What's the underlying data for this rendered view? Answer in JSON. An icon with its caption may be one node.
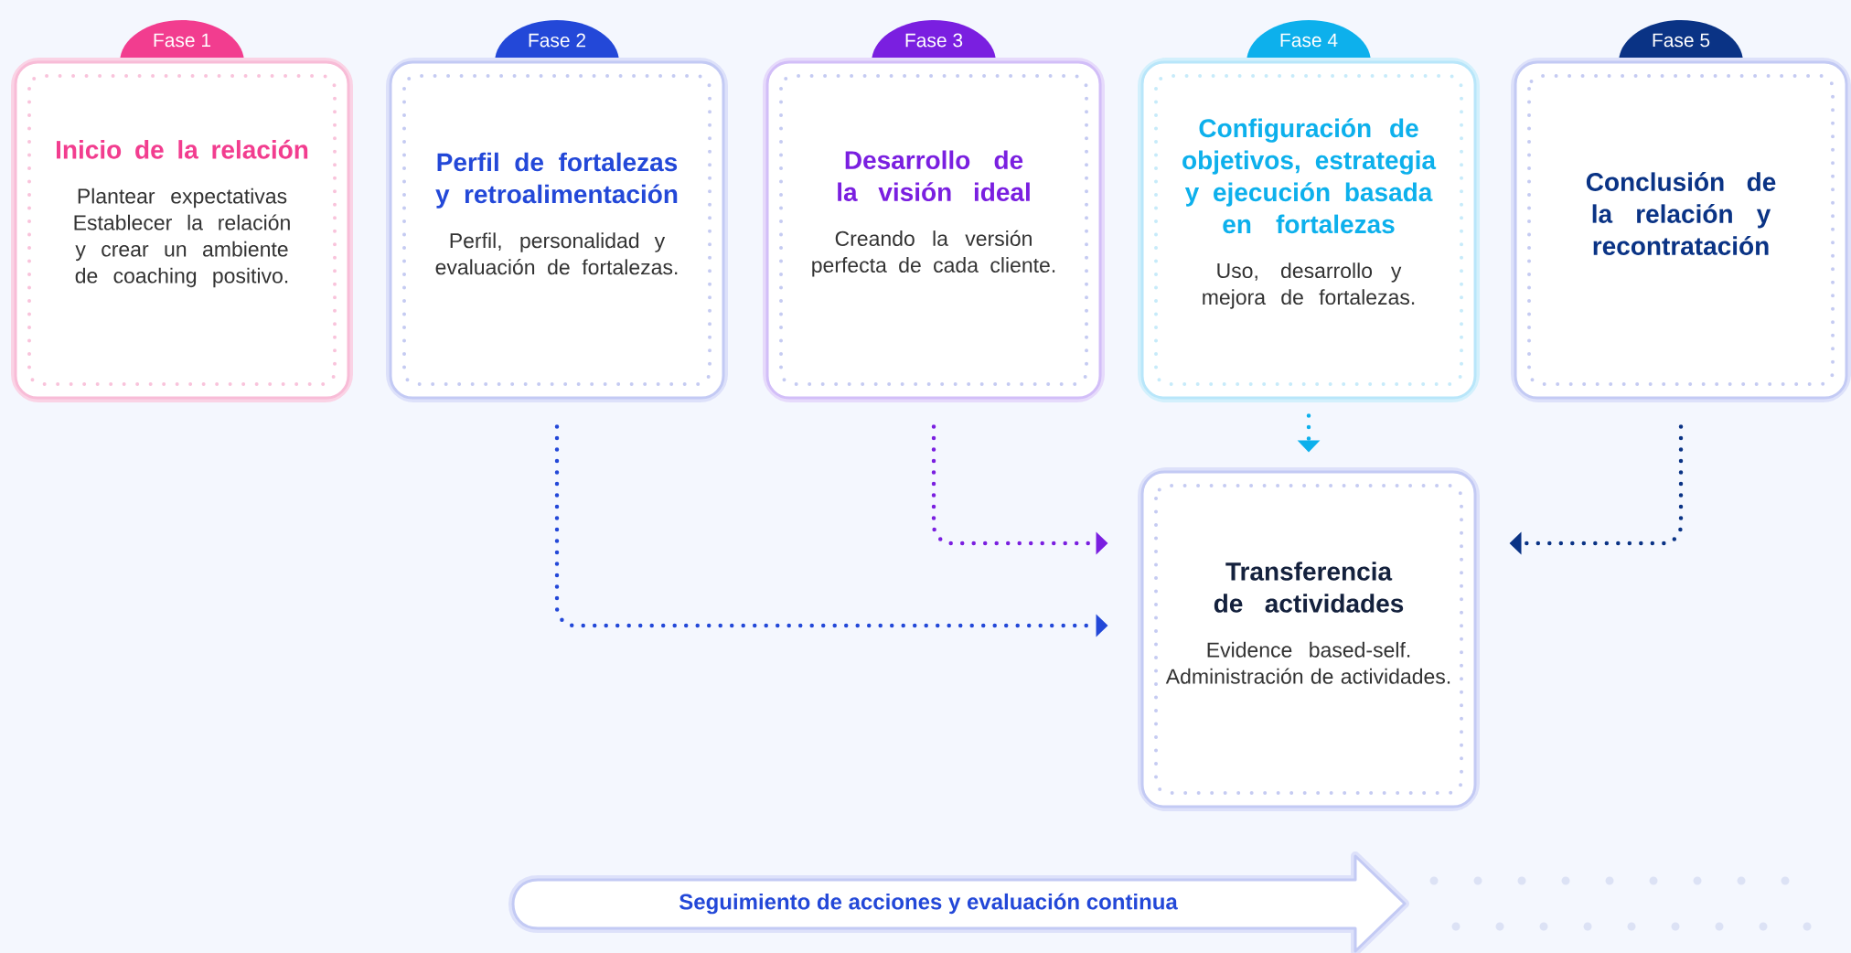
{
  "diagram": {
    "nodes": [
      {
        "text": [
          "Fase 1",
          "Inicio de la relación",
          "Plantear expectativas Establecer la relación y crear un ambiente de coaching positivo."
        ]
      },
      {
        "text": [
          "Fase 2",
          "Perfil de fortalezas y retroalimentación",
          "Perfil, personalidad y evaluación de fortalezas."
        ]
      },
      {
        "text": [
          "Fase 3",
          "Desarrollo de la visión ideal",
          "Creando la versión perfecta de cada cliente."
        ]
      },
      {
        "text": [
          "Fase 4",
          "Configuración de objetivos, estrategia y ejecución basada en fortalezas",
          "Uso, desarrollo y mejora de fortalezas."
        ]
      },
      {
        "text": [
          "Fase 5",
          "Conclusión de la relación y recontratación"
        ]
      },
      {
        "text": [
          "Transferencia de actividades",
          "Evidence based-self. Administración de actividades."
        ]
      },
      {
        "text": [
          "Seguimiento de acciones y evaluación continua"
        ]
      }
    ],
    "edges": [
      {
        "from": 1,
        "to": 5,
        "arrow": "to",
        "color": "#2348d8"
      },
      {
        "from": 2,
        "to": 5,
        "arrow": "to",
        "color": "#7a1fe0"
      },
      {
        "from": 3,
        "to": 5,
        "arrow": "to",
        "color": "#0db0ec"
      },
      {
        "from": 4,
        "to": 5,
        "arrow": "to",
        "color": "#0a3385"
      }
    ]
  }
}
